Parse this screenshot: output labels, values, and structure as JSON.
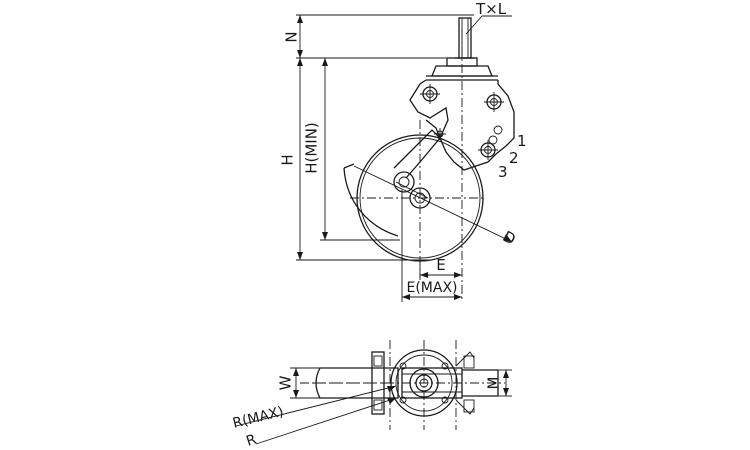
{
  "side_view": {
    "labels": {
      "thread": "T×L",
      "n": "N",
      "h": "H",
      "h_min": "H(MIN)",
      "d": "D",
      "e": "E",
      "e_max": "E(MAX)",
      "pos1": "1",
      "pos2": "2",
      "pos3": "3"
    }
  },
  "top_view": {
    "labels": {
      "w": "W",
      "m": "M",
      "r_max": "R(MAX)",
      "r": "R"
    }
  }
}
